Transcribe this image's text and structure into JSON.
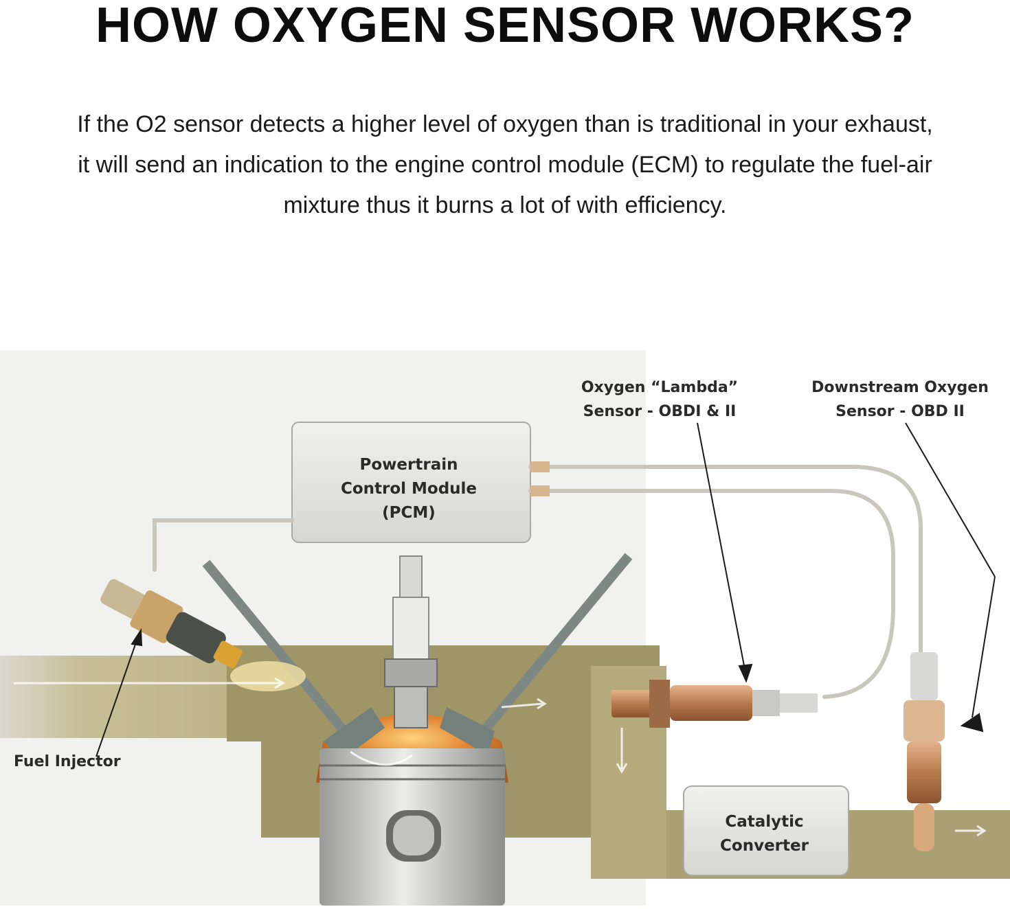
{
  "heading": "HOW OXYGEN SENSOR WORKS?",
  "description": "If the O2 sensor detects a higher level of oxygen than is traditional in your exhaust, it will send an indication to the engine control module (ECM) to regulate the fuel-air mixture thus it burns a lot of with efficiency.",
  "labels": {
    "pcm": [
      "Powertrain",
      "Control Module",
      "(PCM)"
    ],
    "lambda_sensor": [
      "Oxygen “Lambda”",
      "Sensor - OBDI & II"
    ],
    "downstream_sensor": [
      "Downstream Oxygen",
      "Sensor - OBD II"
    ],
    "fuel_injector": "Fuel Injector",
    "catalytic_converter": [
      "Catalytic",
      "Converter"
    ]
  },
  "colors": {
    "exhaust_gas": "#b3a878",
    "combustion": "#d9782a",
    "module_box": "#e3e3e1",
    "wire": "#c9c6bd",
    "sensor_body": "#c08a60"
  }
}
